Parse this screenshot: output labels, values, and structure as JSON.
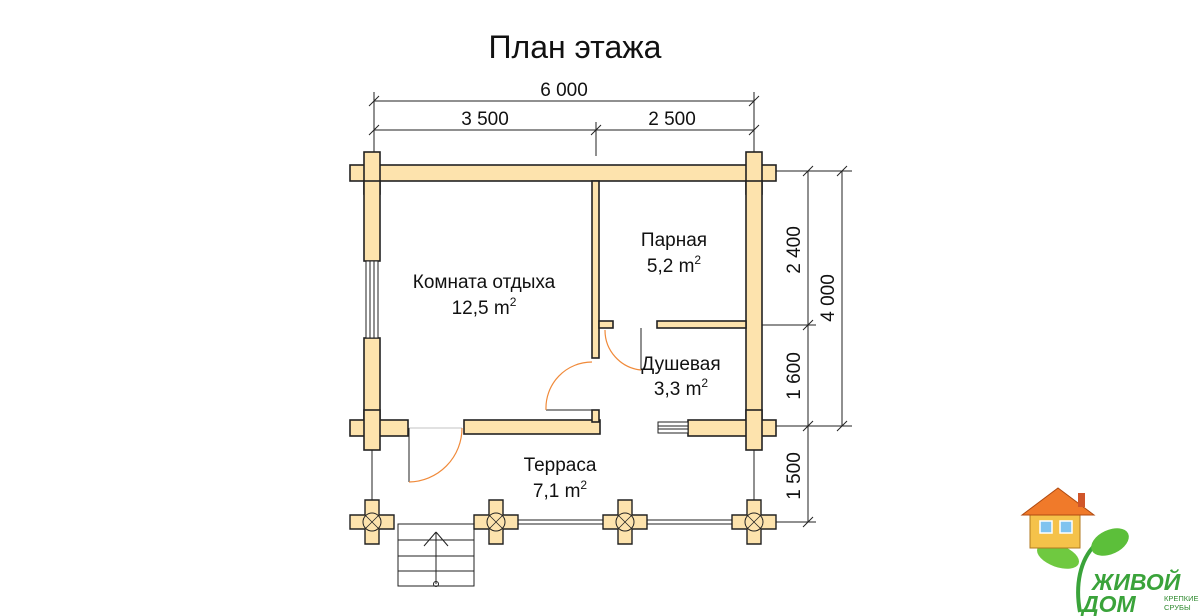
{
  "title": "План этажа",
  "dimensions": {
    "total_width": "6 000",
    "left_width": "3 500",
    "right_width": "2 500",
    "total_depth": "4 000",
    "depth_top": "2 400",
    "depth_mid": "1 600",
    "depth_terrace": "1 500"
  },
  "rooms": [
    {
      "name": "Комната отдыха",
      "area": "12,5 m",
      "unit_sup": "2"
    },
    {
      "name": "Парная",
      "area": "5,2 m",
      "unit_sup": "2"
    },
    {
      "name": "Душевая",
      "area": "3,3 m",
      "unit_sup": "2"
    },
    {
      "name": "Терраса",
      "area": "7,1 m",
      "unit_sup": "2"
    }
  ],
  "logo": {
    "line1": "ЖИВОЙ",
    "line2": "ДОМ",
    "tag1": "КРЕПКИЕ",
    "tag2": "СРУБЫ"
  },
  "colors": {
    "wall": "#fde3ad",
    "outline": "#222222",
    "door": "#f08a3a",
    "logo_green": "#3aa33a",
    "logo_orange": "#f07a2a"
  }
}
